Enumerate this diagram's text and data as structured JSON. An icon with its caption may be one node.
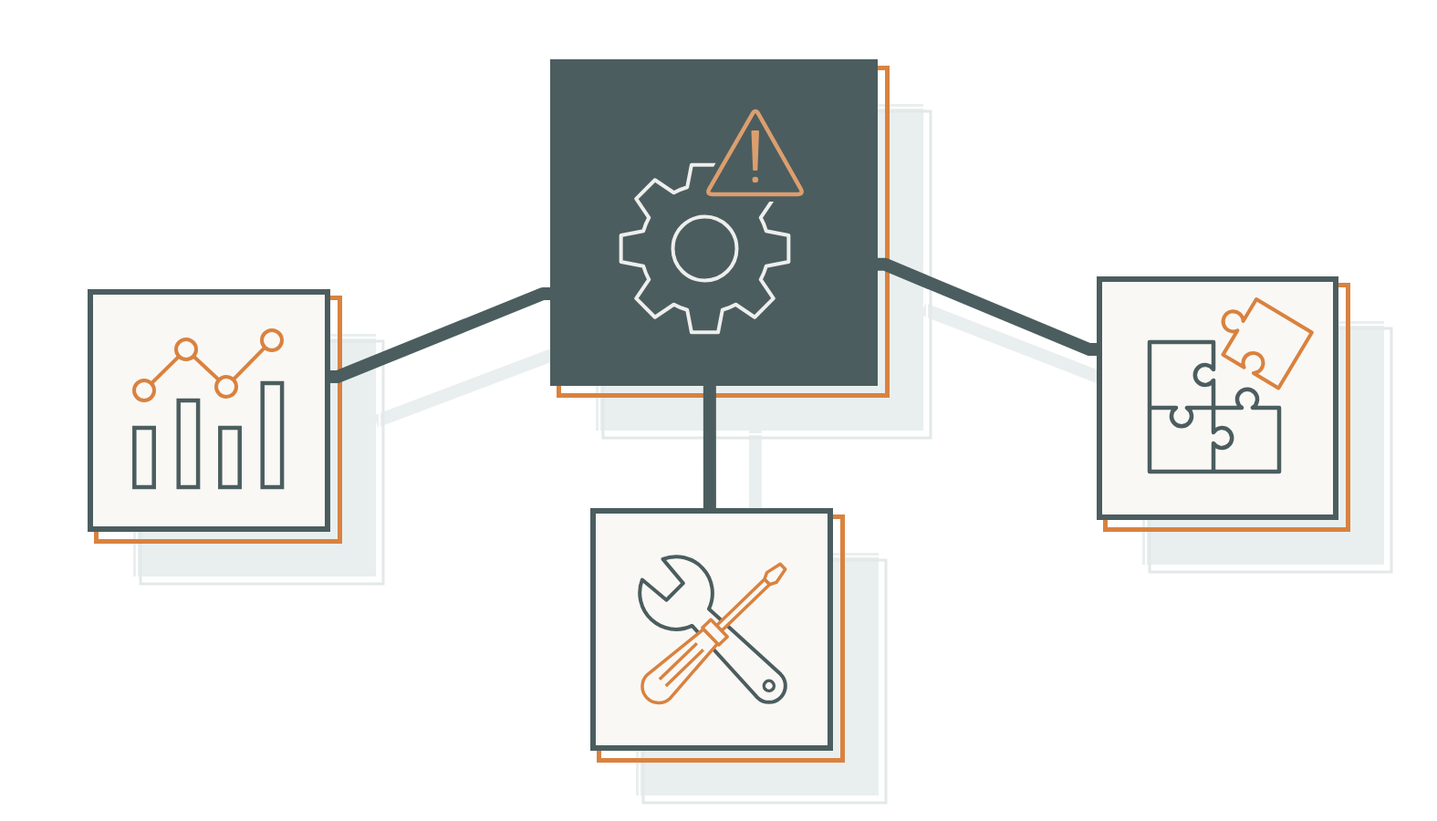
{
  "diagram": {
    "nodes": [
      {
        "text": [],
        "shape": "box"
      },
      {
        "text": [],
        "shape": "box"
      },
      {
        "text": [],
        "shape": "box"
      },
      {
        "text": [],
        "shape": "box"
      }
    ],
    "edges": [
      {
        "from": 0,
        "to": 1,
        "arrow": "none"
      },
      {
        "from": 0,
        "to": 3,
        "arrow": "none"
      },
      {
        "from": 0,
        "to": 2,
        "arrow": "none"
      }
    ]
  }
}
